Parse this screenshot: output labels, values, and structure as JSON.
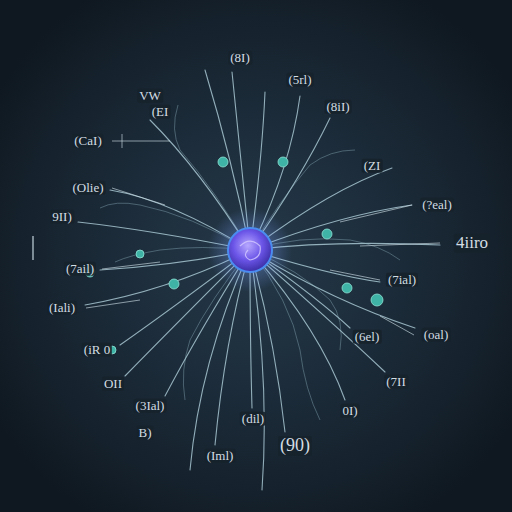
{
  "diagram": {
    "labels": [
      "(8I)",
      "VW",
      "(EI",
      "(5rl)",
      "(8iI)",
      "(CaI)",
      "(Olie)",
      "9II)",
      "(ZI",
      "(?eal)",
      "4iiro",
      "(7ail)",
      "(Iali)",
      "(7ial)",
      "(6el)",
      "(oal)",
      "(iR 0",
      "OII",
      "(7II",
      "(3Ial)",
      "0I)",
      "B)",
      "(dil)",
      "(90)",
      "(Iml)"
    ]
  }
}
